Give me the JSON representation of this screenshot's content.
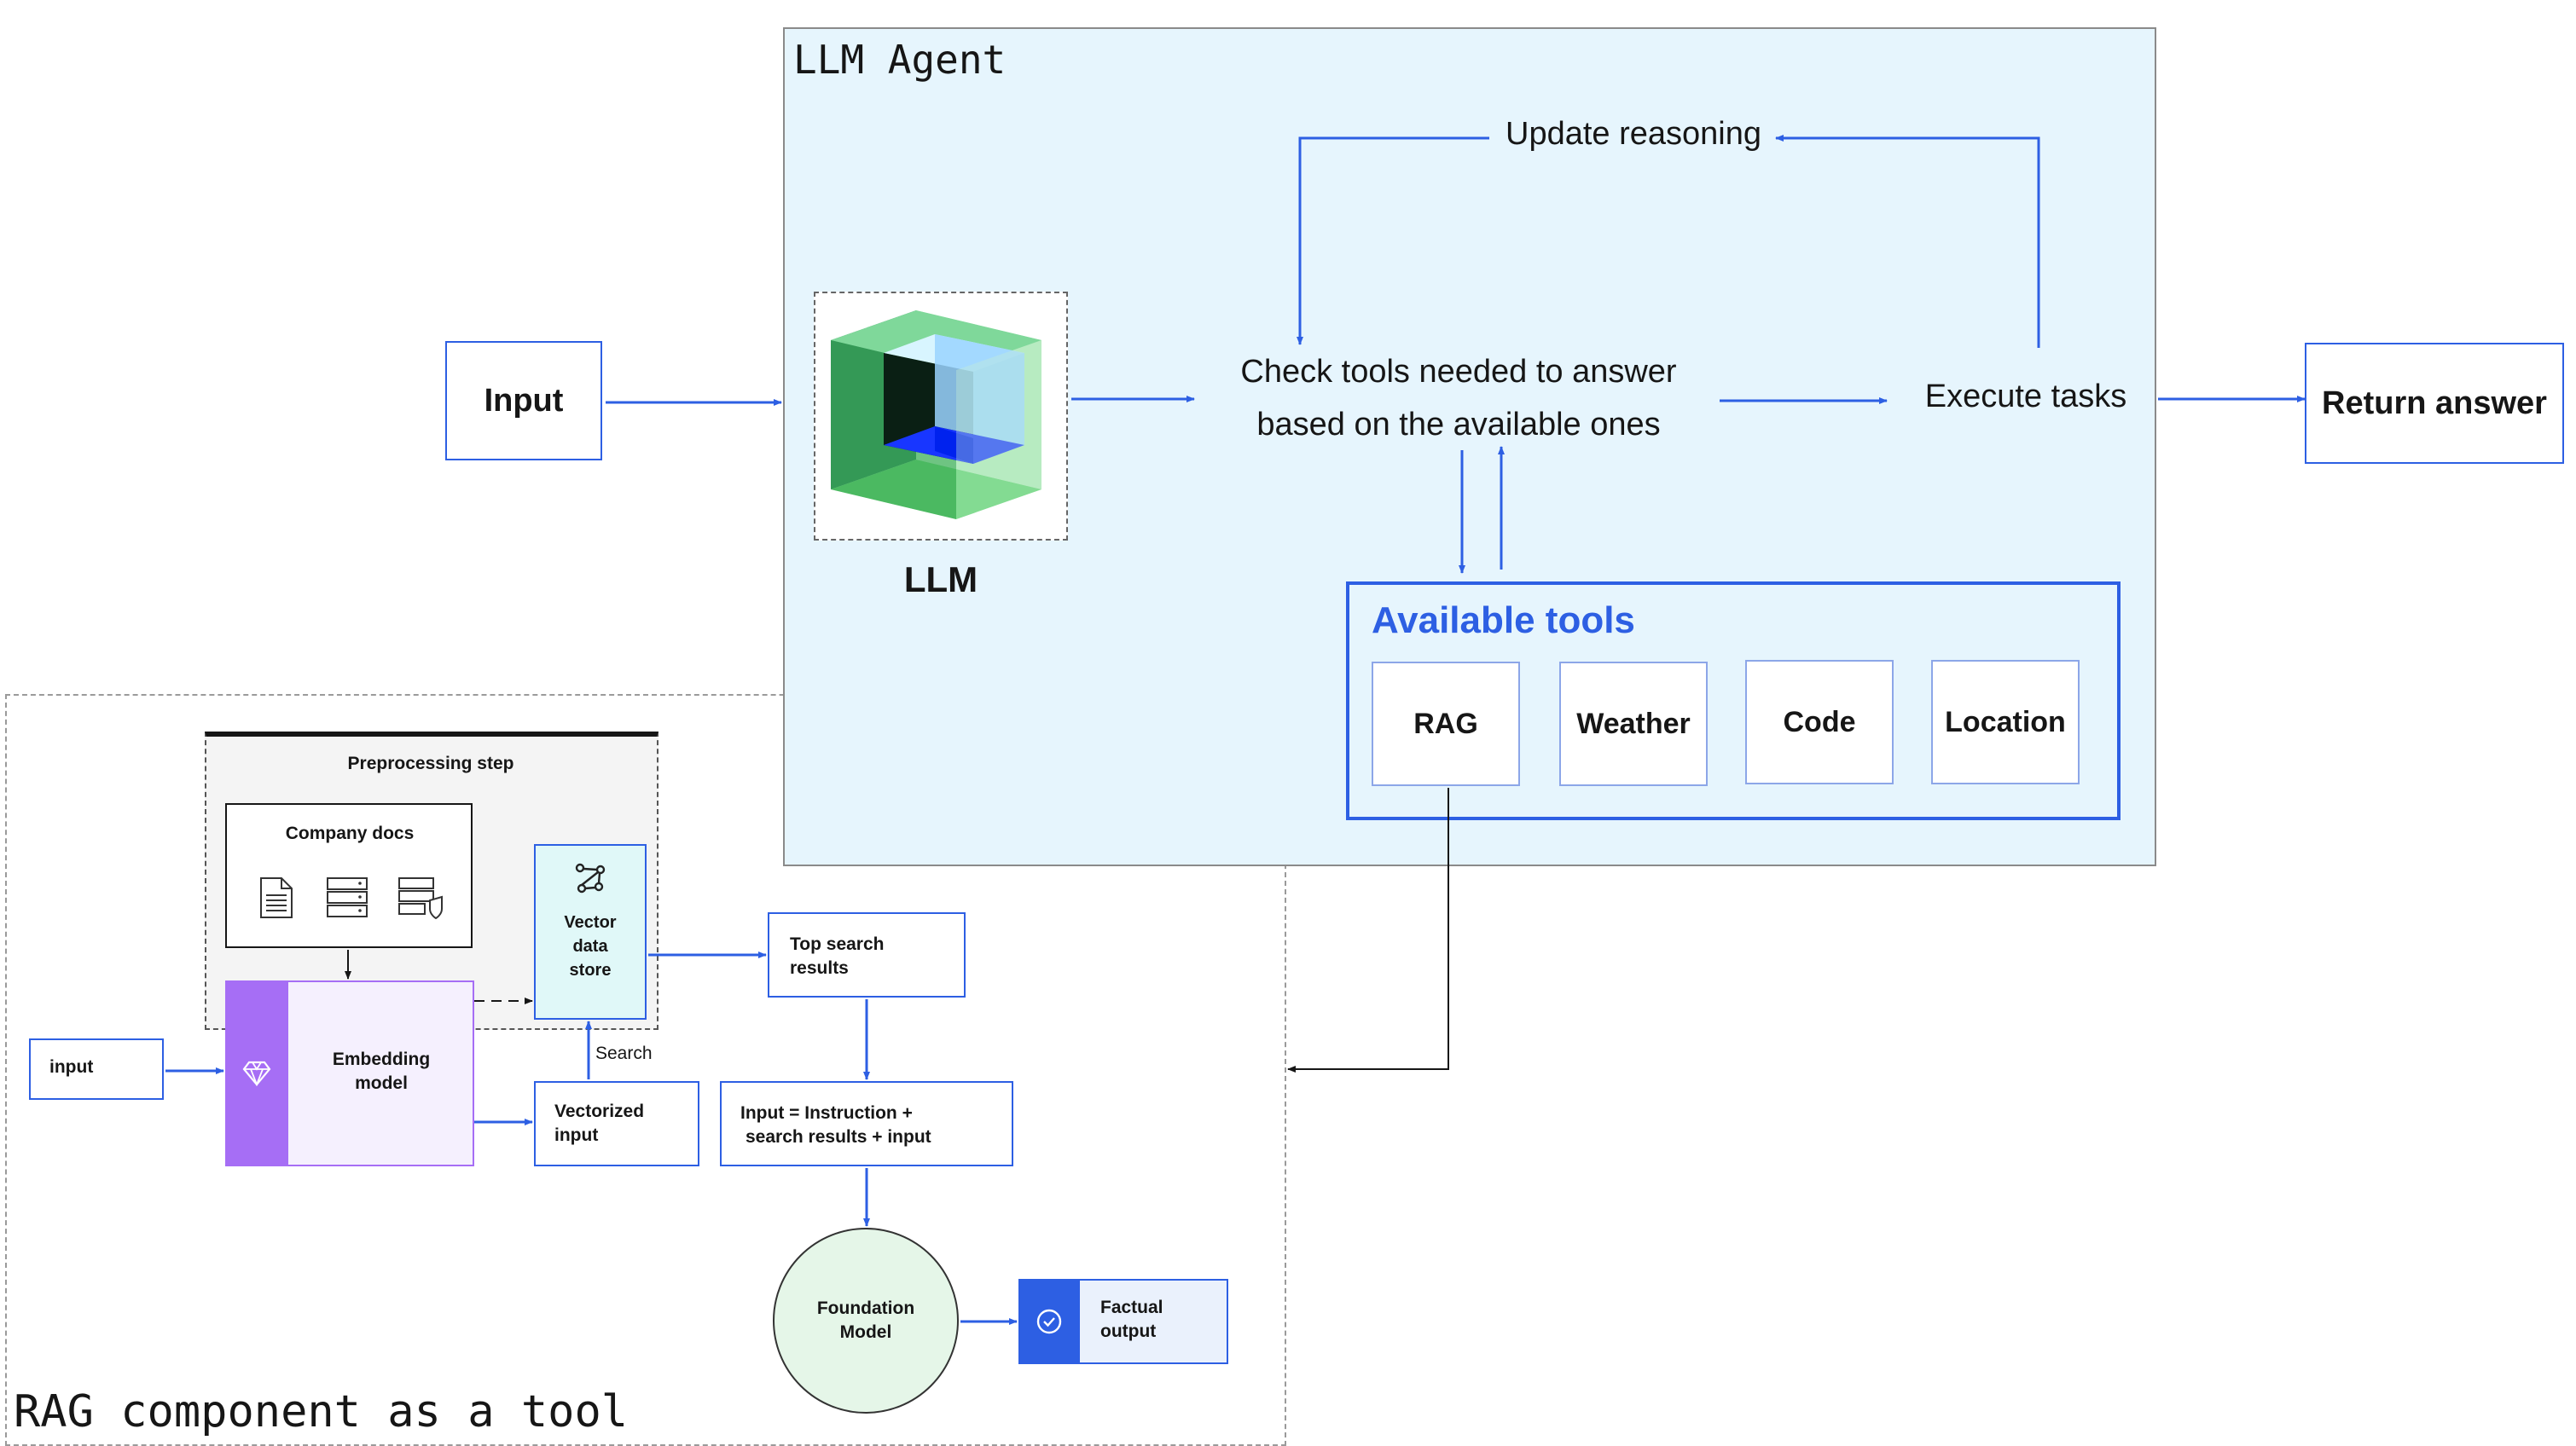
{
  "agent": {
    "title": "LLM Agent",
    "llm_label": "LLM",
    "update_reasoning": "Update reasoning",
    "check_tools_line1": "Check tools needed to answer",
    "check_tools_line2": "based on the available ones",
    "execute_tasks": "Execute tasks"
  },
  "input_label": "Input",
  "return_answer": "Return answer",
  "tools": {
    "title": "Available tools",
    "items": [
      "RAG",
      "Weather",
      "Code",
      "Location"
    ]
  },
  "rag": {
    "title": "RAG component as a tool",
    "preprocessing_step": "Preprocessing step",
    "company_docs": "Company docs",
    "vector_store_line1": "Vector",
    "vector_store_line2": "data",
    "vector_store_line3": "store",
    "input": "input",
    "embedding_line1": "Embedding",
    "embedding_line2": "model",
    "search": "Search",
    "vectorized_line1": "Vectorized",
    "vectorized_line2": "input",
    "top_results_line1": "Top search",
    "top_results_line2": "results",
    "combined_line1": "Input = Instruction +",
    "combined_line2": "search results + input",
    "foundation_line1": "Foundation",
    "foundation_line2": "Model",
    "factual_line1": "Factual",
    "factual_line2": "output"
  },
  "colors": {
    "accent_blue": "#2D5FE3",
    "agent_bg": "#E6F5FD",
    "embedding_purple": "#A66EF5",
    "embedding_bg": "#F5F0FE",
    "vector_bg": "#E0F8F8",
    "foundation_bg": "#E5F6E8",
    "factual_bg": "#EAF1FC"
  }
}
